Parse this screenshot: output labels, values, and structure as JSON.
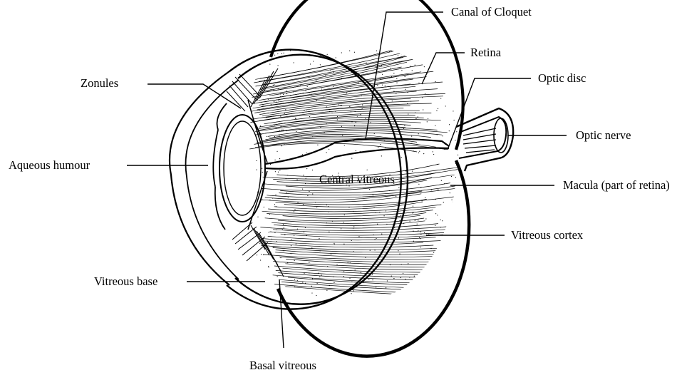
{
  "labels": {
    "canal_of_cloquet": "Canal of Cloquet",
    "retina": "Retina",
    "optic_disc": "Optic disc",
    "optic_nerve": "Optic nerve",
    "zonules": "Zonules",
    "aqueous_humour": "Aqueous humour",
    "central_vitreous": "Central vitreous",
    "macula": "Macula (part of retina)",
    "vitreous_cortex": "Vitreous cortex",
    "vitreous_base": "Vitreous base",
    "basal_vitreous": "Basal vitreous"
  },
  "colors": {
    "ink": "#000000",
    "background": "#ffffff"
  }
}
